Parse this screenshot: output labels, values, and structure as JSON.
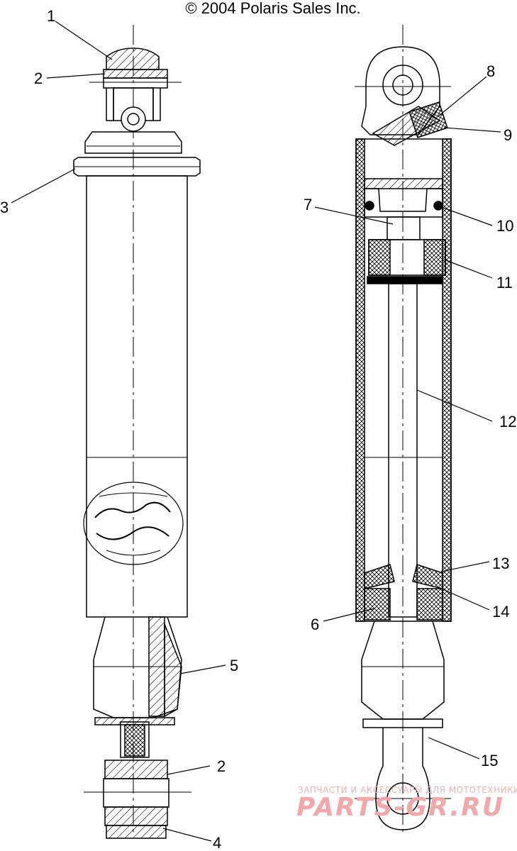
{
  "copyright": "© 2004 Polaris Sales Inc.",
  "watermark": {
    "line1": "ЗАПЧАСТИ И АКСЕССУАРЫ ДЛЯ МОТОТЕХНИКИ",
    "line2": "PARTS-GR.RU"
  },
  "callouts": {
    "c1": "1",
    "c2a": "2",
    "c3": "3",
    "c2b": "2",
    "c4": "4",
    "c5": "5",
    "c6": "6",
    "c7": "7",
    "c8": "8",
    "c9": "9",
    "c10": "10",
    "c11": "11",
    "c12": "12",
    "c13": "13",
    "c14": "14",
    "c15": "15"
  },
  "colors": {
    "line": "#000000",
    "watermark": "#f2a8a8"
  }
}
